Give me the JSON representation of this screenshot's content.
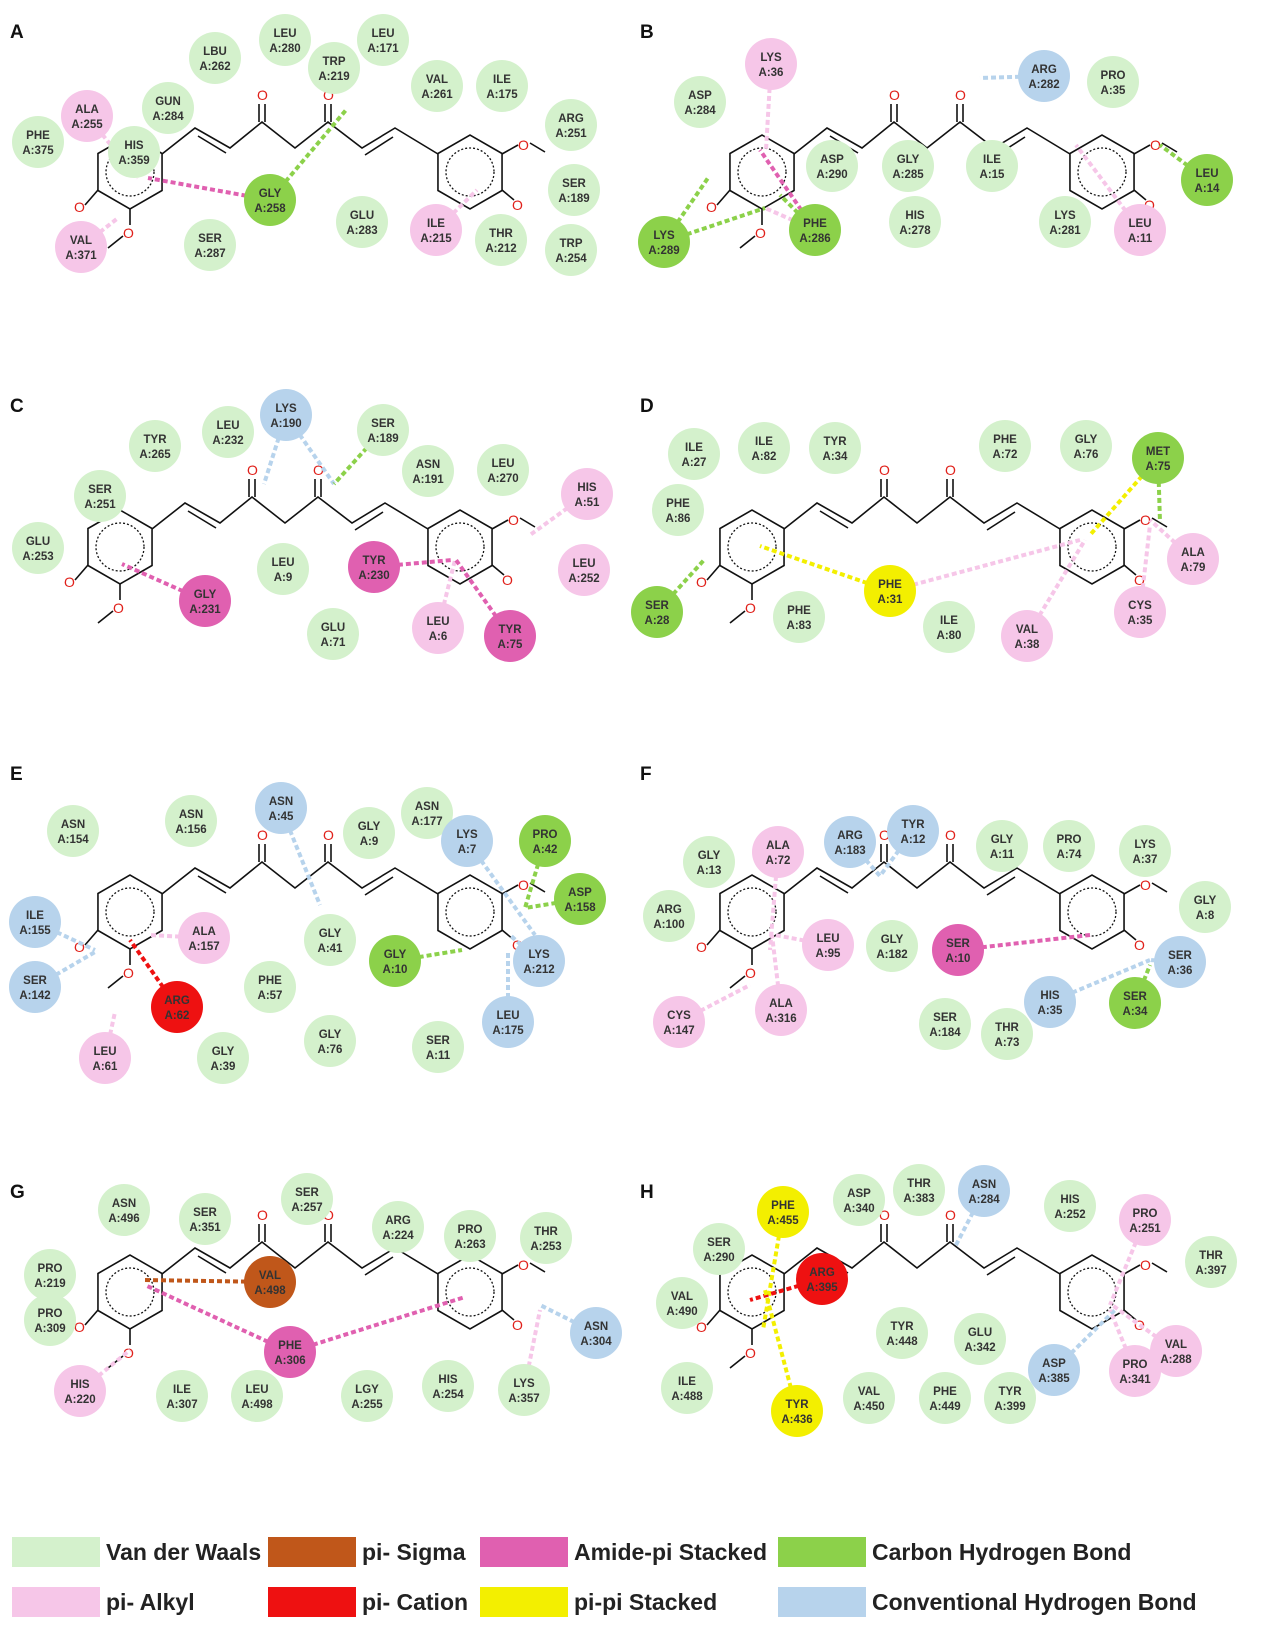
{
  "colors": {
    "vdw": "#d4f1cc",
    "sigma": "#c0571a",
    "amide": "#e060b0",
    "chb": "#8cd14a",
    "alkyl": "#f6c6e8",
    "cation": "#ee1111",
    "pipi": "#f3ef00",
    "hbond": "#b7d3ec"
  },
  "legend": [
    {
      "type": "vdw",
      "label": "Van der Waals"
    },
    {
      "type": "sigma",
      "label": "pi- Sigma"
    },
    {
      "type": "amide",
      "label": "Amide-pi Stacked"
    },
    {
      "type": "chb",
      "label": "Carbon Hydrogen Bond"
    },
    {
      "type": "alkyl",
      "label": "pi- Alkyl"
    },
    {
      "type": "cation",
      "label": "pi- Cation"
    },
    {
      "type": "pipi",
      "label": "pi-pi Stacked"
    },
    {
      "type": "hbond",
      "label": "Conventional Hydrogen Bond"
    }
  ],
  "panels": [
    {
      "label": "A",
      "residues": [
        {
          "name": "HIS",
          "id": "A:359",
          "type": "vdw"
        },
        {
          "name": "LBU",
          "id": "A:262",
          "type": "vdw"
        },
        {
          "name": "LEU",
          "id": "A:280",
          "type": "vdw"
        },
        {
          "name": "LEU",
          "id": "A:171",
          "type": "vdw"
        },
        {
          "name": "TRP",
          "id": "A:219",
          "type": "vdw"
        },
        {
          "name": "VAL",
          "id": "A:261",
          "type": "vdw"
        },
        {
          "name": "ILE",
          "id": "A:175",
          "type": "vdw"
        },
        {
          "name": "ARG",
          "id": "A:251",
          "type": "vdw"
        },
        {
          "name": "ALA",
          "id": "A:255",
          "type": "alkyl"
        },
        {
          "name": "GUN",
          "id": "A:284",
          "type": "vdw"
        },
        {
          "name": "PHE",
          "id": "A:375",
          "type": "vdw"
        },
        {
          "name": "GLY",
          "id": "A:258",
          "type": "chb"
        },
        {
          "name": "SER",
          "id": "A:189",
          "type": "vdw"
        },
        {
          "name": "GLU",
          "id": "A:283",
          "type": "vdw"
        },
        {
          "name": "ILE",
          "id": "A:215",
          "type": "alkyl"
        },
        {
          "name": "THR",
          "id": "A:212",
          "type": "vdw"
        },
        {
          "name": "TRP",
          "id": "A:254",
          "type": "vdw"
        },
        {
          "name": "VAL",
          "id": "A:371",
          "type": "alkyl"
        },
        {
          "name": "SER",
          "id": "A:287",
          "type": "vdw"
        }
      ]
    },
    {
      "label": "B",
      "residues": [
        {
          "name": "ASP",
          "id": "A:284",
          "type": "vdw"
        },
        {
          "name": "LYS",
          "id": "A:36",
          "type": "alkyl"
        },
        {
          "name": "ARG",
          "id": "A:282",
          "type": "hbond"
        },
        {
          "name": "PRO",
          "id": "A:35",
          "type": "vdw"
        },
        {
          "name": "ASP",
          "id": "A:290",
          "type": "vdw"
        },
        {
          "name": "GLY",
          "id": "A:285",
          "type": "vdw"
        },
        {
          "name": "ILE",
          "id": "A:15",
          "type": "vdw"
        },
        {
          "name": "LEU",
          "id": "A:14",
          "type": "chb"
        },
        {
          "name": "HIS",
          "id": "A:278",
          "type": "vdw"
        },
        {
          "name": "LYS",
          "id": "A:281",
          "type": "vdw"
        },
        {
          "name": "LEU",
          "id": "A:11",
          "type": "alkyl"
        },
        {
          "name": "LYS",
          "id": "A:289",
          "type": "chb"
        },
        {
          "name": "PHE",
          "id": "A:286",
          "type": "chb"
        }
      ]
    },
    {
      "label": "C",
      "residues": [
        {
          "name": "TYR",
          "id": "A:265",
          "type": "vdw"
        },
        {
          "name": "LEU",
          "id": "A:232",
          "type": "vdw"
        },
        {
          "name": "LYS",
          "id": "A:190",
          "type": "hbond"
        },
        {
          "name": "SER",
          "id": "A:189",
          "type": "vdw"
        },
        {
          "name": "ASN",
          "id": "A:191",
          "type": "vdw"
        },
        {
          "name": "LEU",
          "id": "A:270",
          "type": "vdw"
        },
        {
          "name": "SER",
          "id": "A:251",
          "type": "vdw"
        },
        {
          "name": "HIS",
          "id": "A:51",
          "type": "alkyl"
        },
        {
          "name": "GLU",
          "id": "A:253",
          "type": "vdw"
        },
        {
          "name": "LEU",
          "id": "A:9",
          "type": "vdw"
        },
        {
          "name": "TYR",
          "id": "A:230",
          "type": "amide"
        },
        {
          "name": "LEU",
          "id": "A:252",
          "type": "alkyl"
        },
        {
          "name": "GLY",
          "id": "A:231",
          "type": "amide"
        },
        {
          "name": "GLU",
          "id": "A:71",
          "type": "vdw"
        },
        {
          "name": "LEU",
          "id": "A:6",
          "type": "alkyl"
        },
        {
          "name": "TYR",
          "id": "A:75",
          "type": "amide"
        }
      ]
    },
    {
      "label": "D",
      "residues": [
        {
          "name": "ILE",
          "id": "A:27",
          "type": "vdw"
        },
        {
          "name": "ILE",
          "id": "A:82",
          "type": "vdw"
        },
        {
          "name": "TYR",
          "id": "A:34",
          "type": "vdw"
        },
        {
          "name": "PHE",
          "id": "A:72",
          "type": "vdw"
        },
        {
          "name": "GLY",
          "id": "A:76",
          "type": "vdw"
        },
        {
          "name": "MET",
          "id": "A:75",
          "type": "chb"
        },
        {
          "name": "PHE",
          "id": "A:86",
          "type": "vdw"
        },
        {
          "name": "ALA",
          "id": "A:79",
          "type": "alkyl"
        },
        {
          "name": "SER",
          "id": "A:28",
          "type": "chb"
        },
        {
          "name": "PHE",
          "id": "A:83",
          "type": "vdw"
        },
        {
          "name": "PHE",
          "id": "A:31",
          "type": "pipi"
        },
        {
          "name": "ILE",
          "id": "A:80",
          "type": "vdw"
        },
        {
          "name": "VAL",
          "id": "A:38",
          "type": "alkyl"
        },
        {
          "name": "CYS",
          "id": "A:35",
          "type": "alkyl"
        }
      ]
    },
    {
      "label": "E",
      "residues": [
        {
          "name": "ASN",
          "id": "A:154",
          "type": "vdw"
        },
        {
          "name": "ASN",
          "id": "A:156",
          "type": "vdw"
        },
        {
          "name": "ASN",
          "id": "A:45",
          "type": "hbond"
        },
        {
          "name": "GLY",
          "id": "A:9",
          "type": "vdw"
        },
        {
          "name": "ASN",
          "id": "A:177",
          "type": "vdw"
        },
        {
          "name": "LYS",
          "id": "A:7",
          "type": "hbond"
        },
        {
          "name": "PRO",
          "id": "A:42",
          "type": "chb"
        },
        {
          "name": "ASP",
          "id": "A:158",
          "type": "chb"
        },
        {
          "name": "ILE",
          "id": "A:155",
          "type": "hbond"
        },
        {
          "name": "ALA",
          "id": "A:157",
          "type": "alkyl"
        },
        {
          "name": "GLY",
          "id": "A:41",
          "type": "vdw"
        },
        {
          "name": "GLY",
          "id": "A:10",
          "type": "chb"
        },
        {
          "name": "LYS",
          "id": "A:212",
          "type": "hbond"
        },
        {
          "name": "SER",
          "id": "A:142",
          "type": "hbond"
        },
        {
          "name": "PHE",
          "id": "A:57",
          "type": "vdw"
        },
        {
          "name": "ARG",
          "id": "A:62",
          "type": "cation"
        },
        {
          "name": "LEU",
          "id": "A:175",
          "type": "hbond"
        },
        {
          "name": "GLY",
          "id": "A:76",
          "type": "vdw"
        },
        {
          "name": "SER",
          "id": "A:11",
          "type": "vdw"
        },
        {
          "name": "LEU",
          "id": "A:61",
          "type": "alkyl"
        },
        {
          "name": "GLY",
          "id": "A:39",
          "type": "vdw"
        }
      ]
    },
    {
      "label": "F",
      "residues": [
        {
          "name": "ARG",
          "id": "A:183",
          "type": "hbond"
        },
        {
          "name": "TYR",
          "id": "A:12",
          "type": "hbond"
        },
        {
          "name": "ALA",
          "id": "A:72",
          "type": "alkyl"
        },
        {
          "name": "GLY",
          "id": "A:11",
          "type": "vdw"
        },
        {
          "name": "PRO",
          "id": "A:74",
          "type": "vdw"
        },
        {
          "name": "LYS",
          "id": "A:37",
          "type": "vdw"
        },
        {
          "name": "GLY",
          "id": "A:13",
          "type": "vdw"
        },
        {
          "name": "GLY",
          "id": "A:8",
          "type": "vdw"
        },
        {
          "name": "ARG",
          "id": "A:100",
          "type": "vdw"
        },
        {
          "name": "LEU",
          "id": "A:95",
          "type": "alkyl"
        },
        {
          "name": "GLY",
          "id": "A:182",
          "type": "vdw"
        },
        {
          "name": "SER",
          "id": "A:10",
          "type": "amide"
        },
        {
          "name": "SER",
          "id": "A:36",
          "type": "hbond"
        },
        {
          "name": "CYS",
          "id": "A:147",
          "type": "alkyl"
        },
        {
          "name": "ALA",
          "id": "A:316",
          "type": "alkyl"
        },
        {
          "name": "HIS",
          "id": "A:35",
          "type": "hbond"
        },
        {
          "name": "SER",
          "id": "A:34",
          "type": "chb"
        },
        {
          "name": "SER",
          "id": "A:184",
          "type": "vdw"
        },
        {
          "name": "THR",
          "id": "A:73",
          "type": "vdw"
        }
      ]
    },
    {
      "label": "G",
      "residues": [
        {
          "name": "SER",
          "id": "A:257",
          "type": "vdw"
        },
        {
          "name": "ASN",
          "id": "A:496",
          "type": "vdw"
        },
        {
          "name": "SER",
          "id": "A:351",
          "type": "vdw"
        },
        {
          "name": "ARG",
          "id": "A:224",
          "type": "vdw"
        },
        {
          "name": "PRO",
          "id": "A:263",
          "type": "vdw"
        },
        {
          "name": "THR",
          "id": "A:253",
          "type": "vdw"
        },
        {
          "name": "PRO",
          "id": "A:219",
          "type": "vdw"
        },
        {
          "name": "VAL",
          "id": "A:498",
          "type": "sigma"
        },
        {
          "name": "PRO",
          "id": "A:309",
          "type": "vdw"
        },
        {
          "name": "ASN",
          "id": "A:304",
          "type": "hbond"
        },
        {
          "name": "PHE",
          "id": "A:306",
          "type": "amide"
        },
        {
          "name": "HIS",
          "id": "A:220",
          "type": "alkyl"
        },
        {
          "name": "ILE",
          "id": "A:307",
          "type": "vdw"
        },
        {
          "name": "LEU",
          "id": "A:498",
          "type": "vdw"
        },
        {
          "name": "LGY",
          "id": "A:255",
          "type": "vdw"
        },
        {
          "name": "HIS",
          "id": "A:254",
          "type": "vdw"
        },
        {
          "name": "LYS",
          "id": "A:357",
          "type": "vdw"
        }
      ]
    },
    {
      "label": "H",
      "residues": [
        {
          "name": "ASN",
          "id": "A:284",
          "type": "hbond"
        },
        {
          "name": "PHE",
          "id": "A:455",
          "type": "pipi"
        },
        {
          "name": "ASP",
          "id": "A:340",
          "type": "vdw"
        },
        {
          "name": "THR",
          "id": "A:383",
          "type": "vdw"
        },
        {
          "name": "HIS",
          "id": "A:252",
          "type": "vdw"
        },
        {
          "name": "PRO",
          "id": "A:251",
          "type": "alkyl"
        },
        {
          "name": "SER",
          "id": "A:290",
          "type": "vdw"
        },
        {
          "name": "THR",
          "id": "A:397",
          "type": "vdw"
        },
        {
          "name": "VAL",
          "id": "A:490",
          "type": "vdw"
        },
        {
          "name": "ARG",
          "id": "A:395",
          "type": "cation"
        },
        {
          "name": "TYR",
          "id": "A:448",
          "type": "vdw"
        },
        {
          "name": "GLU",
          "id": "A:342",
          "type": "vdw"
        },
        {
          "name": "VAL",
          "id": "A:288",
          "type": "alkyl"
        },
        {
          "name": "ILE",
          "id": "A:488",
          "type": "vdw"
        },
        {
          "name": "ASP",
          "id": "A:385",
          "type": "hbond"
        },
        {
          "name": "PRO",
          "id": "A:341",
          "type": "alkyl"
        },
        {
          "name": "TYR",
          "id": "A:436",
          "type": "pipi"
        },
        {
          "name": "VAL",
          "id": "A:450",
          "type": "vdw"
        },
        {
          "name": "PHE",
          "id": "A:449",
          "type": "vdw"
        },
        {
          "name": "TYR",
          "id": "A:399",
          "type": "vdw"
        }
      ]
    }
  ]
}
